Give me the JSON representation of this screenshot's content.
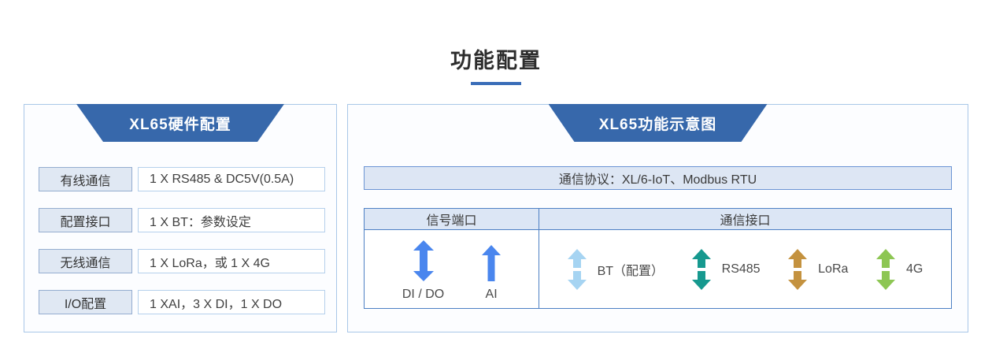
{
  "page": {
    "title": "功能配置"
  },
  "colors": {
    "banner_blue": "#3768ab",
    "underline_blue": "#3a6db8",
    "signal_arrow_blue": "#4a86ee",
    "bt_arrow_lightblue": "#a6d4f2",
    "rs485_arrow_teal": "#16998f",
    "lora_arrow_gold": "#c4923f",
    "g4_arrow_green": "#8dc653"
  },
  "hardware_panel": {
    "title": "XL65硬件配置",
    "rows": [
      {
        "label": "有线通信",
        "value": "1 X RS485 & DC5V(0.5A)"
      },
      {
        "label": "配置接口",
        "value": "1 X BT：参数设定"
      },
      {
        "label": "无线通信",
        "value": "1 X LoRa，或 1 X 4G"
      },
      {
        "label": "I/O配置",
        "value": "1 XAI，3 X DI，1 X DO"
      }
    ]
  },
  "diagram_panel": {
    "title": "XL65功能示意图",
    "protocol_bar": "通信协议：XL/6-IoT、Modbus RTU",
    "table": {
      "header_signal": "信号端口",
      "header_comm": "通信接口",
      "signal_ports": [
        {
          "label": "DI / DO",
          "icon": "double-arrow-icon",
          "color": "#4a86ee"
        },
        {
          "label": "AI",
          "icon": "up-arrow-icon",
          "color": "#4a86ee"
        }
      ],
      "comm_interfaces": [
        {
          "label": "BT（配置）",
          "icon": "split-double-arrow-icon",
          "color": "#a6d4f2"
        },
        {
          "label": "RS485",
          "icon": "split-double-arrow-icon",
          "color": "#16998f"
        },
        {
          "label": "LoRa",
          "icon": "split-double-arrow-icon",
          "color": "#c4923f"
        },
        {
          "label": "4G",
          "icon": "split-double-arrow-icon",
          "color": "#8dc653"
        }
      ]
    }
  }
}
